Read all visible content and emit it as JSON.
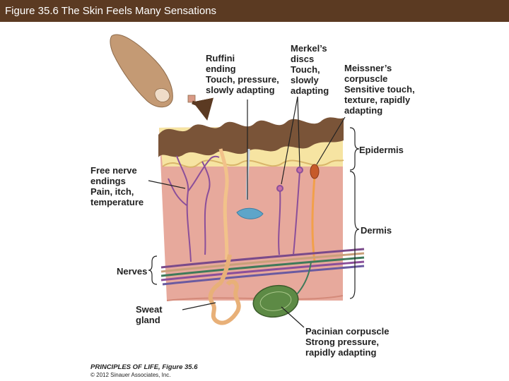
{
  "title": "Figure 35.6 The Skin Feels Many Sensations",
  "labels": {
    "ruffini": {
      "name_line1": "Ruffini",
      "name_line2": "ending",
      "desc_line1": "Touch, pressure,",
      "desc_line2": "slowly adapting"
    },
    "merkel": {
      "name_line1": "Merkel’s",
      "name_line2": "discs",
      "desc_line1": "Touch,",
      "desc_line2": "slowly",
      "desc_line3": "adapting"
    },
    "meissner": {
      "name_line1": "Meissner’s",
      "name_line2": "corpuscle",
      "desc_line1": "Sensitive touch,",
      "desc_line2": "texture, rapidly",
      "desc_line3": "adapting"
    },
    "epidermis": "Epidermis",
    "dermis": "Dermis",
    "free_nerve": {
      "name_line1": "Free nerve",
      "name_line2": "endings",
      "desc_line1": "Pain, itch,",
      "desc_line2": "temperature"
    },
    "nerves": "Nerves",
    "sweat_gland": {
      "line1": "Sweat",
      "line2": "gland"
    },
    "pacinian": {
      "name": "Pacinian corpuscle",
      "desc_line1": "Strong pressure,",
      "desc_line2": "rapidly adapting"
    }
  },
  "credit": {
    "line1": "PRINCIPLES OF LIFE, Figure 35.6",
    "line2": "© 2012 Sinauer Associates, Inc."
  },
  "colors": {
    "title_bar": "#5b3a22",
    "dermis": "#e7a99c",
    "epidermis": "#f6e4a2",
    "stratum": "#7a5438",
    "nerve": "#8b4f9a",
    "pacinian": "#4e7a3a"
  }
}
